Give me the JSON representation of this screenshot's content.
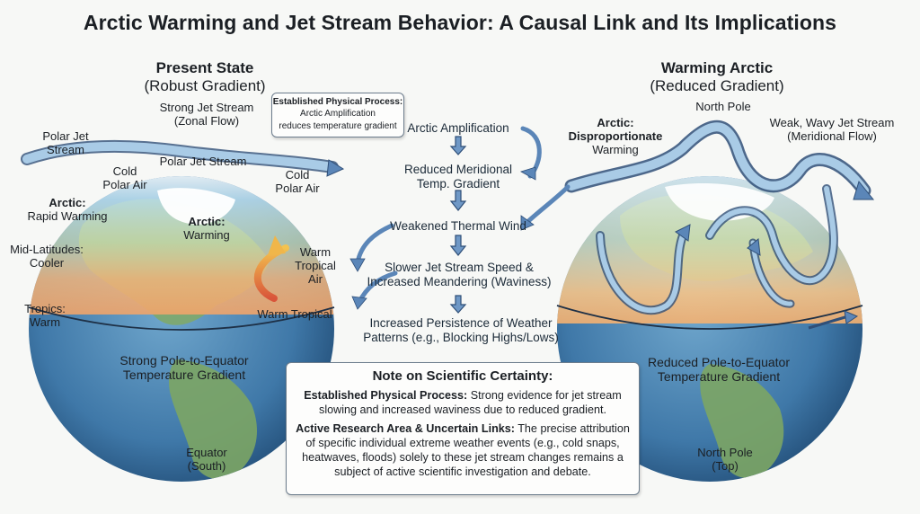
{
  "title": "Arctic Warming and Jet Stream Behavior: A Causal Link and Its Implications",
  "left_panel": {
    "heading": "Present State",
    "subheading": "(Robust Gradient)",
    "jet_label_1": "Strong Jet Stream",
    "jet_label_2": "(Zonal Flow)",
    "polar_jet_1": "Polar Jet",
    "polar_jet_2": "Stream",
    "polar_jet_band": "Polar Jet Stream",
    "cold_polar_air_left_1": "Cold",
    "cold_polar_air_left_2": "Polar Air",
    "cold_polar_air_right_1": "Cold",
    "cold_polar_air_right_2": "Polar Air",
    "arctic_1": "Arctic:",
    "arctic_2": "Rapid Warming",
    "mid_lat_1": "Mid-Latitudes:",
    "mid_lat_2": "Cooler",
    "tropics_1": "Tropics:",
    "tropics_2": "Warm",
    "globe_arctic_1": "Arctic:",
    "globe_arctic_2": "Warming",
    "warm_trop_1": "Warm",
    "warm_trop_2": "Tropical",
    "warm_trop_3": "Air",
    "warm_tropical": "Warm Tropical",
    "gradient_1": "Strong Pole-to-Equator",
    "gradient_2": "Temperature Gradient",
    "equator_1": "Equator",
    "equator_2": "(South)"
  },
  "established_box": {
    "heading": "Established Physical Process:",
    "line1": "Arctic Amplification",
    "line2": "reduces temperature gradient"
  },
  "flow": {
    "step1": "Arctic Amplification",
    "step2_1": "Reduced Meridional",
    "step2_2": "Temp. Gradient",
    "step3": "Weakened Thermal Wind",
    "step4_1": "Slower Jet Stream Speed &",
    "step4_2": "Increased Meandering (Waviness)",
    "step5_1": "Increased Persistence of Weather",
    "step5_2": "Patterns (e.g., Blocking Highs/Lows)"
  },
  "right_panel": {
    "heading": "Warming Arctic",
    "subheading": "(Reduced Gradient)",
    "north_pole_top": "North Pole",
    "jet_1": "Weak, Wavy Jet Stream",
    "jet_2": "(Meridional Flow)",
    "arctic_1": "Arctic:",
    "arctic_2": "Disproportionate",
    "arctic_3": "Warming",
    "gradient_1": "Reduced Pole-to-Equator",
    "gradient_2": "Temperature Gradient",
    "north_pole_bottom_1": "North Pole",
    "north_pole_bottom_2": "(Top)"
  },
  "note": {
    "heading": "Note on Scientific Certainty:",
    "p1_bold": "Established Physical Process:",
    "p1_text": " Strong evidence for jet stream slowing and increased waviness due to reduced gradient.",
    "p2_bold": "Active Research Area & Uncertain Links:",
    "p2_text": " The precise attribution of specific individual extreme weather events (e.g., cold snaps, heatwaves, floods) solely to these jet stream changes remains a subject of active scientific investigation and debate."
  },
  "colors": {
    "arrow_blue": "#5b86b8",
    "arrow_outline": "#2f4f78",
    "ocean": "#4f86b6",
    "warm_band": "#e9a36a",
    "cool_band": "#9ec9e0"
  }
}
